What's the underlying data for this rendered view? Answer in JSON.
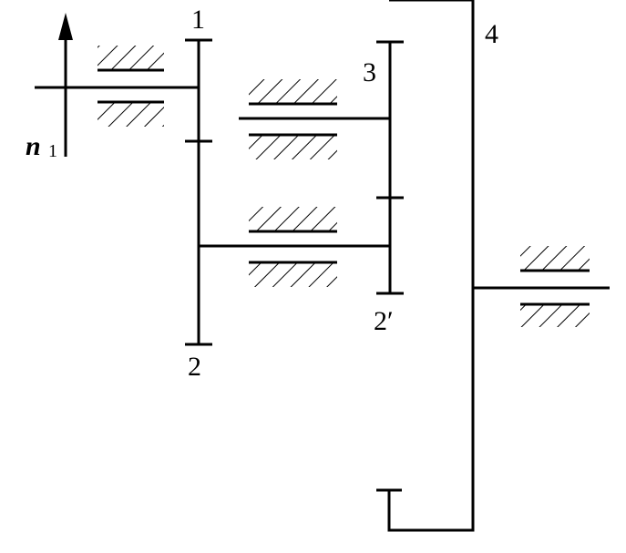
{
  "labels": {
    "gear_1": "1",
    "gear_2": "2",
    "gear_2prime": "2′",
    "gear_3": "3",
    "gear_4": "4",
    "speed_symbol": "n",
    "speed_subscript": "1"
  }
}
